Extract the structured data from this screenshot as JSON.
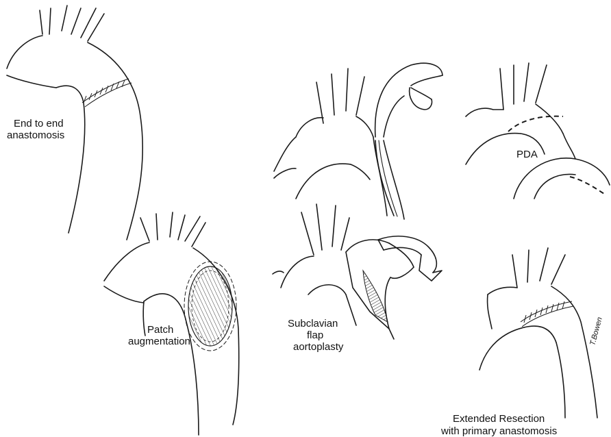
{
  "labels": {
    "end_to_end": [
      "End to end",
      "anastomosis"
    ],
    "patch": [
      "Patch",
      "augmentation"
    ],
    "subclavian": [
      "Subclavian",
      "flap",
      "aortoplasty"
    ],
    "pda": "PDA",
    "extended": [
      "Extended Resection",
      "with primary anastomosis"
    ],
    "signature": "T.Bowen"
  }
}
